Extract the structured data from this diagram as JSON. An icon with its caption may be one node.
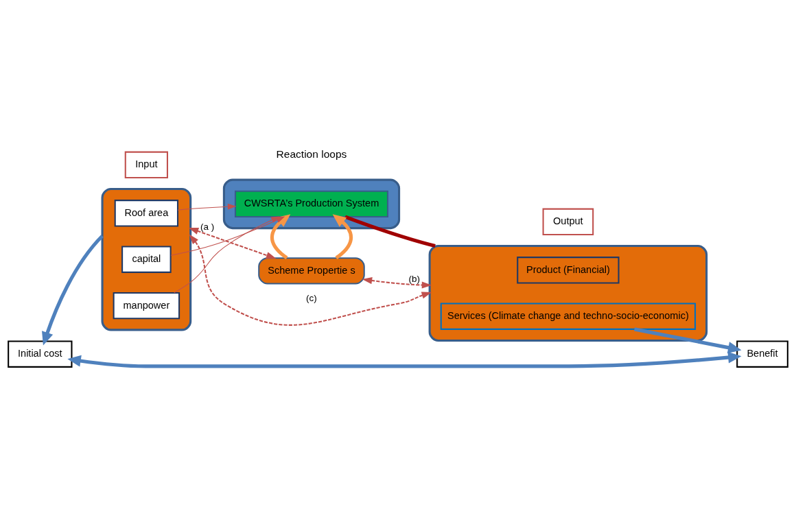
{
  "diagram": {
    "nodes": [
      {
        "text": [],
        "shape": "box"
      },
      {
        "text": [
          "Scheme Propertie s"
        ]
      },
      {
        "text": [
          "Input"
        ]
      },
      {
        "text": [
          "Output"
        ]
      },
      {
        "text": [],
        "shape": "box"
      },
      {
        "text": [
          "Roof area"
        ],
        "in": 4
      },
      {
        "text": [
          "capital"
        ],
        "in": 4
      },
      {
        "text": [
          "manpower"
        ],
        "in": 4
      },
      {
        "text": [
          "CWSRTA’s Production System"
        ],
        "in": 0
      },
      {
        "text": [],
        "shape": "box"
      },
      {
        "text": [
          "Product (Financial)"
        ],
        "in": 9
      },
      {
        "text": [
          "Services (Climate change and techno-socio-economic)"
        ],
        "in": 9
      },
      {
        "text": [
          "Initial cost"
        ]
      },
      {
        "text": [
          "Benefit"
        ]
      }
    ],
    "edges": [
      {
        "from": 1,
        "to": 8,
        "arrow": "to",
        "style": "thick",
        "color": "#f79646"
      },
      {
        "from": 1,
        "to": 8,
        "arrow": "to",
        "style": "thick",
        "color": "#f79646"
      },
      {
        "from": 4,
        "to": 1,
        "arrow": "both",
        "style": "dashed",
        "label": "(a )"
      },
      {
        "from": 1,
        "to": 9,
        "arrow": "both",
        "style": "dashed",
        "label": "(b)"
      },
      {
        "from": 5,
        "to": 8,
        "arrow": "to"
      },
      {
        "from": 6,
        "to": 8,
        "arrow": "to"
      },
      {
        "from": 7,
        "to": 8,
        "arrow": "to"
      },
      {
        "from": 8,
        "to": 9,
        "arrow": "none",
        "style": "thick",
        "color": "#a00000"
      },
      {
        "from": 4,
        "to": 12,
        "arrow": "to",
        "style": "thick",
        "color": "#4f81bd"
      },
      {
        "from": 11,
        "to": 13,
        "arrow": "to",
        "style": "thick",
        "color": "#4f81bd"
      },
      {
        "from": 4,
        "to": 9,
        "arrow": "both",
        "style": "dashed",
        "label": "(c)"
      },
      {
        "from": 13,
        "to": 12,
        "arrow": "both",
        "style": "thick",
        "color": "#4f81bd"
      }
    ],
    "labels": [
      "Reaction loops"
    ]
  }
}
